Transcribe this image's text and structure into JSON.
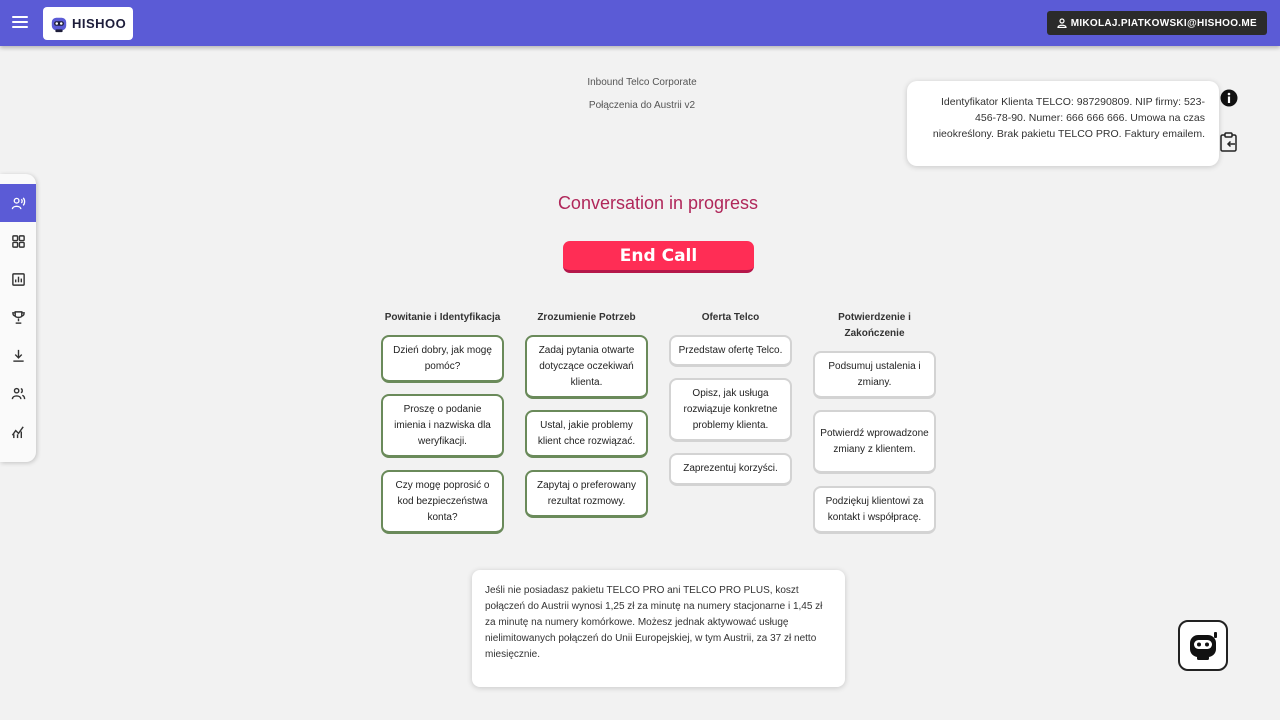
{
  "header": {
    "logo_text": "HISHOO",
    "user_label": "MIKOLAJ.PIATKOWSKI@HISHOO.ME"
  },
  "page": {
    "title_line1": "Inbound Telco Corporate",
    "title_line2": "Połączenia do Austrii v2",
    "status": "Conversation in progress",
    "end_call_label": "End Call"
  },
  "info_card": {
    "text": "Identyfikator Klienta TELCO: 987290809. NIP firmy: 523-456-78-90. Numer: 666 666 666. Umowa na czas nieokreślony. Brak pakietu TELCO PRO. Faktury emailem."
  },
  "sidebar": {
    "items": [
      {
        "icon": "voice-call-icon",
        "active": true
      },
      {
        "icon": "grid-icon",
        "active": false
      },
      {
        "icon": "report-icon",
        "active": false
      },
      {
        "icon": "trophy-icon",
        "active": false
      },
      {
        "icon": "download-icon",
        "active": false
      },
      {
        "icon": "users-icon",
        "active": false
      },
      {
        "icon": "analytics-icon",
        "active": false
      }
    ]
  },
  "steps": {
    "columns": [
      {
        "title": "Powitanie i Identyfikacja",
        "items": [
          {
            "text": "Dzień dobry, jak mogę pomóc?",
            "done": true
          },
          {
            "text": "Proszę o podanie imienia i nazwiska dla weryfikacji.",
            "done": true
          },
          {
            "text": "Czy mogę poprosić o kod bezpieczeństwa konta?",
            "done": true
          }
        ]
      },
      {
        "title": "Zrozumienie Potrzeb",
        "items": [
          {
            "text": "Zadaj pytania otwarte dotyczące oczekiwań klienta.",
            "done": true
          },
          {
            "text": "Ustal, jakie problemy klient chce rozwiązać.",
            "done": true
          },
          {
            "text": "Zapytaj o preferowany rezultat rozmowy.",
            "done": true
          }
        ]
      },
      {
        "title": "Oferta Telco",
        "items": [
          {
            "text": "Przedstaw ofertę Telco.",
            "done": false
          },
          {
            "text": "Opisz, jak usługa rozwiązuje konkretne problemy klienta.",
            "done": false
          },
          {
            "text": "Zaprezentuj korzyści.",
            "done": false
          }
        ]
      },
      {
        "title": "Potwierdzenie i Zakończenie",
        "items": [
          {
            "text": "Podsumuj ustalenia i zmiany.",
            "done": false
          },
          {
            "text": "Potwierdź wprowadzone zmiany z klientem.",
            "done": false
          },
          {
            "text": "Podziękuj klientowi za kontakt i współpracę.",
            "done": false
          }
        ]
      }
    ]
  },
  "note": {
    "text": "Jeśli nie posiadasz pakietu TELCO PRO ani TELCO PRO PLUS, koszt połączeń do Austrii wynosi 1,25 zł za minutę na numery stacjonarne i 1,45 zł za minutę na numery komórkowe. Możesz jednak aktywować usługę nielimitowanych połączeń do Unii Europejskiej, w tym Austrii, za 37 zł netto miesięcznie."
  },
  "colors": {
    "brand": "#5b5bd6",
    "end_call": "#ff2d55",
    "status_text": "#b0275a",
    "step_done_border": "#6a8a5a",
    "step_todo_border": "#d3d3d3"
  }
}
